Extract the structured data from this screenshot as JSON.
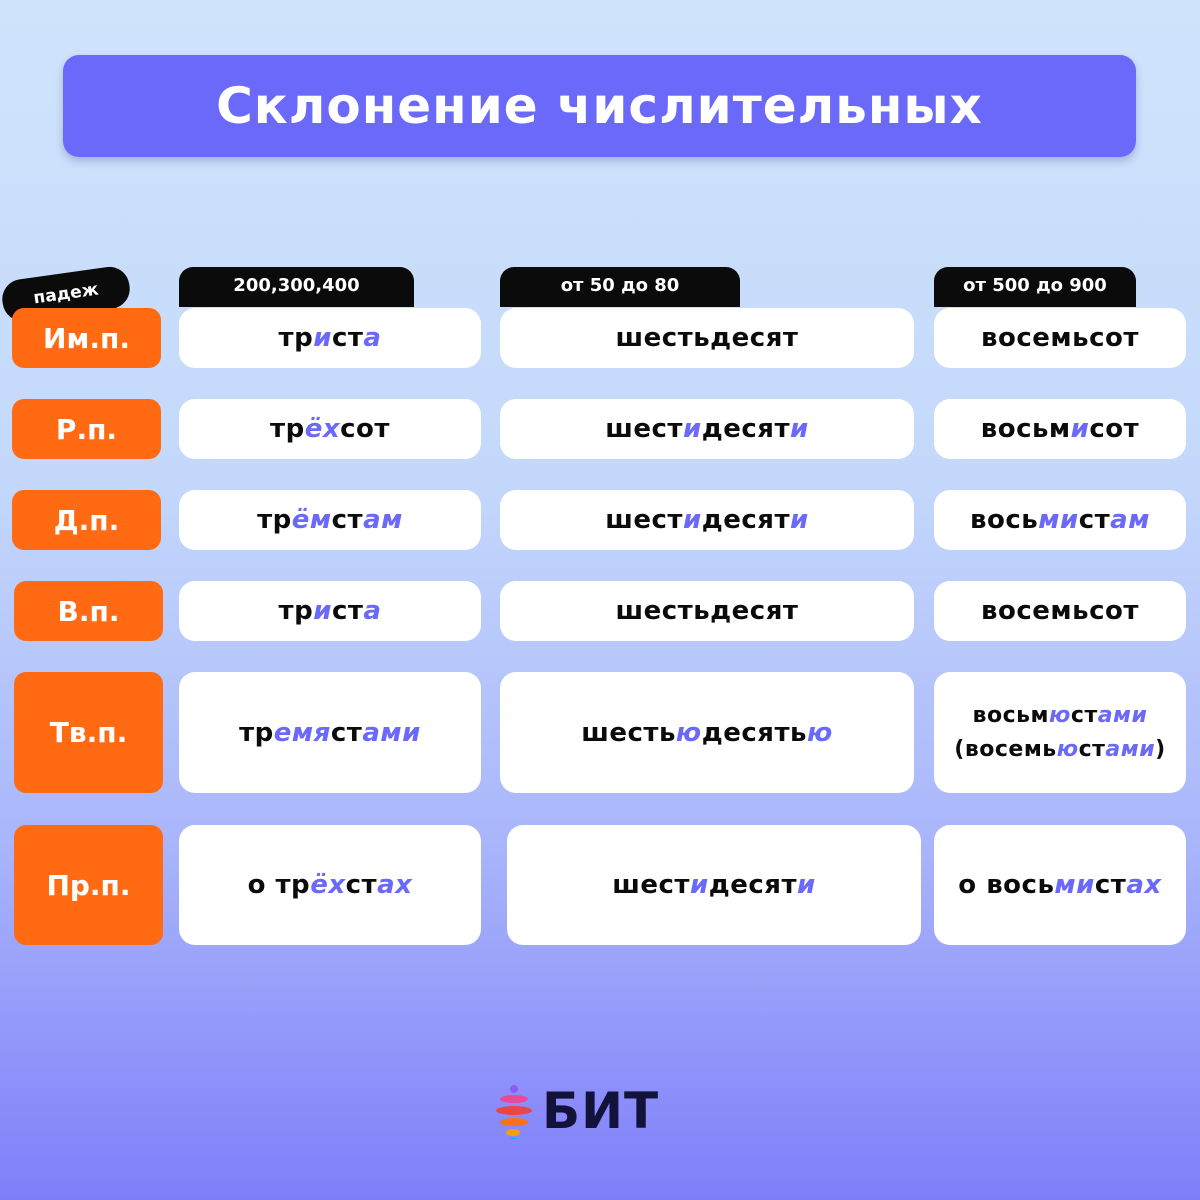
{
  "title": "Склонение числительных",
  "case_label": "падеж",
  "columns": [
    "200,300,400",
    "от 50 до 80",
    "от 500 до 900"
  ],
  "rows": [
    {
      "case": "Им.п.",
      "c1": [
        [
          "тр",
          0
        ],
        [
          "и",
          1
        ],
        [
          "ст",
          0
        ],
        [
          "а",
          1
        ]
      ],
      "c2": [
        [
          "шестьдесят",
          0
        ]
      ],
      "c3": [
        [
          "восемьсот",
          0
        ]
      ]
    },
    {
      "case": "Р.п.",
      "c1": [
        [
          "тр",
          0
        ],
        [
          "ёх",
          1
        ],
        [
          "сот",
          0
        ]
      ],
      "c2": [
        [
          "шест",
          0
        ],
        [
          "и",
          1
        ],
        [
          "десят",
          0
        ],
        [
          "и",
          1
        ]
      ],
      "c3": [
        [
          "восьм",
          0
        ],
        [
          "и",
          1
        ],
        [
          "сот",
          0
        ]
      ]
    },
    {
      "case": "Д.п.",
      "c1": [
        [
          "тр",
          0
        ],
        [
          "ём",
          1
        ],
        [
          "ст",
          0
        ],
        [
          "ам",
          1
        ]
      ],
      "c2": [
        [
          "шест",
          0
        ],
        [
          "и",
          1
        ],
        [
          "десят",
          0
        ],
        [
          "и",
          1
        ]
      ],
      "c3": [
        [
          "вось",
          0
        ],
        [
          "ми",
          1
        ],
        [
          "ст",
          0
        ],
        [
          "ам",
          1
        ]
      ]
    },
    {
      "case": "В.п.",
      "c1": [
        [
          "тр",
          0
        ],
        [
          "и",
          1
        ],
        [
          "ст",
          0
        ],
        [
          "а",
          1
        ]
      ],
      "c2": [
        [
          "шестьдесят",
          0
        ]
      ],
      "c3": [
        [
          "восемьсот",
          0
        ]
      ]
    },
    {
      "case": "Тв.п.",
      "c1": [
        [
          "тр",
          0
        ],
        [
          "емя",
          1
        ],
        [
          "ст",
          0
        ],
        [
          "ами",
          1
        ]
      ],
      "c2": [
        [
          "шесть",
          0
        ],
        [
          "ю",
          1
        ],
        [
          "десять",
          0
        ],
        [
          "ю",
          1
        ]
      ],
      "c3": [
        [
          "восьм",
          0
        ],
        [
          "ю",
          1
        ],
        [
          "ст",
          0
        ],
        [
          "ами",
          1
        ]
      ],
      "c3b": [
        [
          "(восемь",
          0
        ],
        [
          "ю",
          1
        ],
        [
          "ст",
          0
        ],
        [
          "ами",
          1
        ],
        [
          ")",
          0
        ]
      ]
    },
    {
      "case": "Пр.п.",
      "c1": [
        [
          "о тр",
          0
        ],
        [
          "ёх",
          1
        ],
        [
          "ст",
          0
        ],
        [
          "ах",
          1
        ]
      ],
      "c2": [
        [
          "шест",
          0
        ],
        [
          "и",
          1
        ],
        [
          "десят",
          0
        ],
        [
          "и",
          1
        ]
      ],
      "c3": [
        [
          "о вось",
          0
        ],
        [
          "ми",
          1
        ],
        [
          "ст",
          0
        ],
        [
          "ах",
          1
        ]
      ]
    }
  ],
  "logo": {
    "text": "БИТ",
    "icon": "bit-logo-icon",
    "dot_colors": [
      "#8b5cf6",
      "#ec4899",
      "#ef4444",
      "#f97316",
      "#f59e0b",
      "#06b6d4"
    ]
  },
  "colors": {
    "accent": "#6b69f9",
    "case_bg": "#ff6a13",
    "tab_bg": "#0b0b0b"
  }
}
